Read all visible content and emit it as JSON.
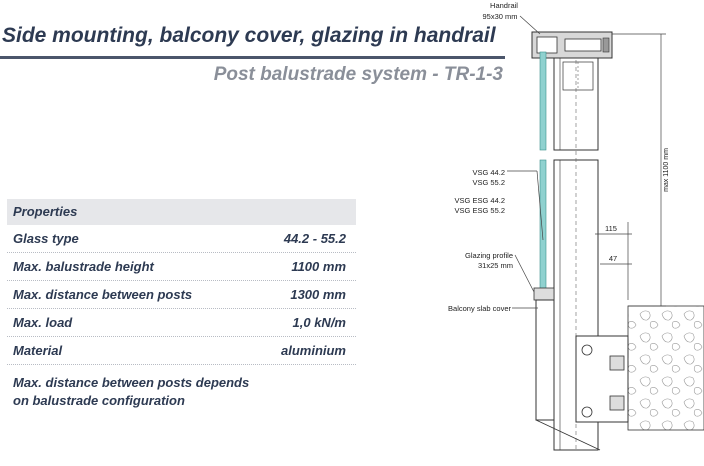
{
  "header": {
    "title": "Side mounting, balcony cover, glazing in handrail",
    "subtitle": "Post balustrade system - TR-1-3"
  },
  "properties": {
    "heading": "Properties",
    "rows": [
      {
        "label": "Glass type",
        "value": "44.2 - 55.2"
      },
      {
        "label": "Max. balustrade height",
        "value": "1100 mm"
      },
      {
        "label": "Max. distance between posts",
        "value": "1300 mm"
      },
      {
        "label": "Max. load",
        "value": "1,0 kN/m"
      },
      {
        "label": "Material",
        "value": "aluminium"
      }
    ],
    "note_line1": "Max. distance between posts depends",
    "note_line2": "on balustrade configuration"
  },
  "drawing": {
    "handrail_label": "Handrail",
    "handrail_size": "95x30 mm",
    "vsg_1": "VSG 44.2",
    "vsg_2": "VSG 55.2",
    "vsg_esg_1": "VSG ESG 44.2",
    "vsg_esg_2": "VSG ESG 55.2",
    "glazing_profile_label": "Glazing profile",
    "glazing_profile_size": "31x25 mm",
    "balcony_slab_label": "Balcony slab cover",
    "dim_height": "max 1100 mm",
    "dim_115": "115",
    "dim_47": "47"
  },
  "colors": {
    "title": "#2d3a52",
    "subtitle": "#8a8f99",
    "glass": "#8fd1cf",
    "table_header_bg": "#e6e7ea"
  }
}
